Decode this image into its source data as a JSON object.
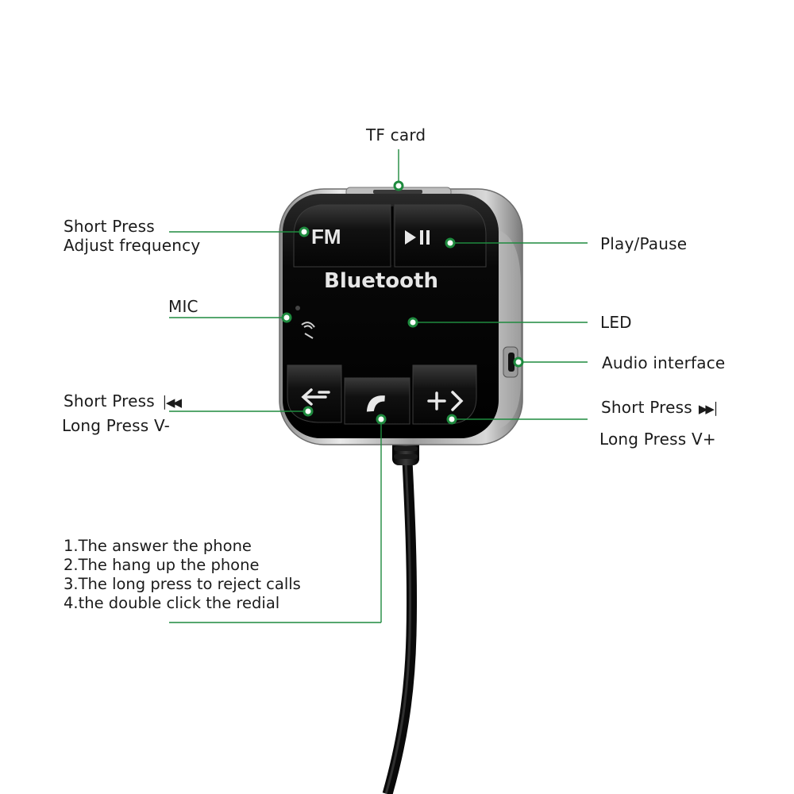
{
  "labels": {
    "tf_card": "TF card",
    "short_press_fm_1": "Short Press",
    "short_press_fm_2": "Adjust frequency",
    "mic": "MIC",
    "play_pause": "Play/Pause",
    "led": "LED",
    "audio_interface": "Audio interface",
    "short_press_prev": "Short Press",
    "long_press_vminus": "Long Press V-",
    "short_press_next": "Short Press",
    "long_press_vplus": "Long Press V+"
  },
  "call_button_functions": [
    "1.The answer the phone",
    "2.The hang up the phone",
    "3.The long press to reject calls",
    "4.the double click the redial"
  ],
  "device": {
    "fm_label": "FM",
    "brand_label": "Bluetooth"
  },
  "icons": {
    "prev": "previous-track-icon",
    "next": "next-track-icon",
    "play_pause": "play-pause-icon",
    "phone": "phone-icon",
    "mic": "microphone-icon"
  },
  "colors": {
    "leader_line": "#1e8a3e",
    "dot_fill": "#ffffff",
    "device_body": "#0d0d0d"
  }
}
